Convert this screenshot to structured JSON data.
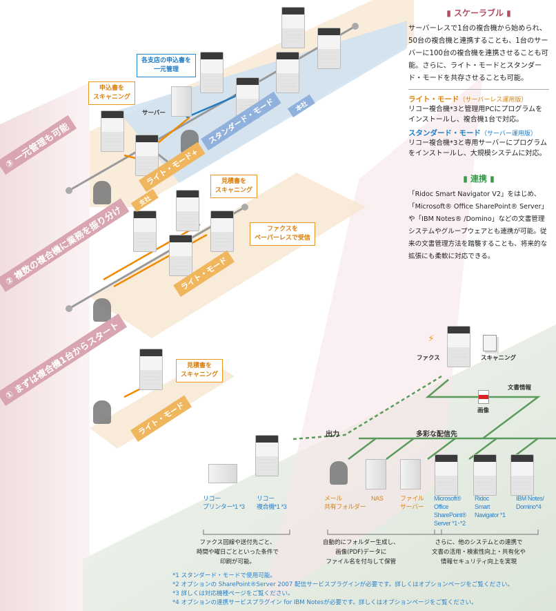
{
  "steps": {
    "step3": "③ 一元管理も可能",
    "step2": "② 複数の複合機に業務を振り分け",
    "step1": "① まずは複合機1台からスタート"
  },
  "modes": {
    "lite_plus_standard_lite": "ライト・モード+",
    "lite_plus_standard_std": "スタンダード・モード",
    "lite2": "ライト・モード",
    "lite1": "ライト・モード"
  },
  "tags": {
    "honsha": "本社",
    "shisha": "支社"
  },
  "callouts": {
    "branch_manage": "各支店の申込書を\n一元管理",
    "scan_application": "申込書を\nスキャニング",
    "scan_estimate2": "見積書を\nスキャニング",
    "fax_paperless": "ファクスを\nペーパーレスで受信",
    "scan_estimate1": "見積書を\nスキャニング"
  },
  "server_label": "サーバー",
  "scalable": {
    "heading": "スケーラブル",
    "body": "サーバーレスで1台の複合機から始められ、50台の複合機と連携することも、1台のサーバーに100台の複合機を連携させることも可能。さらに、ライト・モードとスタンダード・モードを共存させることも可能。",
    "lite_title": "ライト・モード",
    "lite_sub": "（サーバーレス運用版）",
    "lite_body": "リコー複合機*3と管理用PCにプログラムをインストールし、複合機1台で対応。",
    "std_title": "スタンダード・モード",
    "std_sub": "（サーバー運用版）",
    "std_body": "リコー複合機*3と専用サーバーにプログラムをインストールし、大規模システムに対応。"
  },
  "renkei": {
    "heading": "連携",
    "body": "「Ridoc Smart Navigator V2」をはじめ、「Microsoft® Office SharePoint® Server」や「IBM Notes® /Domino」などの文書管理システムやグループウェアとも連携が可能。従来の文書管理方法を踏襲することも、将来的な拡張にも柔軟に対応できる。"
  },
  "flow": {
    "fax": "ファクス",
    "scanning": "スキャニング",
    "doc_info": "文書情報",
    "image": "画像",
    "output": "出力",
    "destinations": "多彩な配信先"
  },
  "devices": [
    {
      "label": "リコー\nプリンター*1 *3",
      "color": "blue"
    },
    {
      "label": "リコー\n複合機*1 *3",
      "color": "blue"
    },
    {
      "label": "メール\n共有フォルダー",
      "color": "orange"
    },
    {
      "label": "NAS",
      "color": "orange"
    },
    {
      "label": "ファイル\nサーバー",
      "color": "orange"
    },
    {
      "label": "Microsoft®\nOffice\nSharePoint®\nServer *1･*2",
      "color": "blue"
    },
    {
      "label": "Ridoc\nSmart\nNavigator *1",
      "color": "blue"
    },
    {
      "label": "IBM Notes/\nDomino*4",
      "color": "blue"
    }
  ],
  "descriptions": [
    "ファクス回線や送付先ごと、\n時間や曜日ごとといった条件で\n印刷が可能。",
    "自動的にフォルダー生成し、\n画像(PDF)データに\nファイル名を付与して保管",
    "さらに、他のシステムとの連携で\n文書の活用・検索性向上・共有化や\n情報セキュリティ向上を実現"
  ],
  "notes": [
    "*1 スタンダード・モードで使用可能。",
    "*2 オプションの SharePoint®Server 2007 配信サービスプラグインが必要です。詳しくはオプションページをご覧ください。",
    "*3 詳しくは対応機種ページをご覧ください。",
    "*4 オプションの連携サービスプラグイン for IBM Notesが必要です。詳しくはオプションページをご覧ください。"
  ],
  "colors": {
    "orange": "#e8961e",
    "blue": "#2a8ad0",
    "green": "#5a9a5a",
    "pink": "#c67f8f",
    "scalable_heading": "#b04a5e",
    "renkei_heading": "#3a9a4a"
  }
}
